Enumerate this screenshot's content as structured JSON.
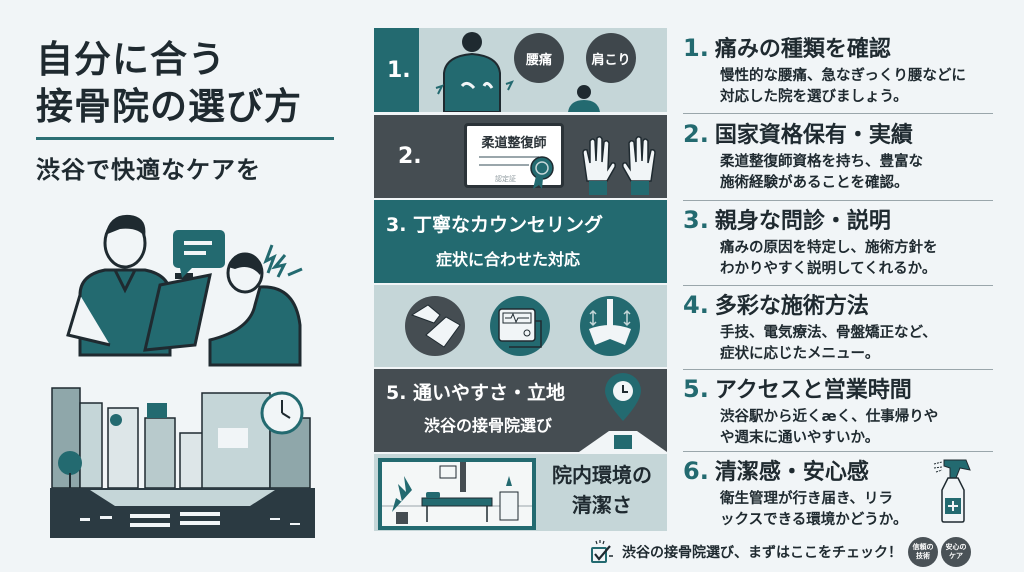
{
  "header": {
    "title_line1": "自分に合う",
    "title_line2": "接骨院の選び方",
    "subtitle": "渋谷で快適なケアを"
  },
  "colors": {
    "teal": "#236a70",
    "dark_gray": "#454d52",
    "light_gray_teal": "#c5d6d8",
    "background": "#f1f5f7",
    "text": "#1f2a30"
  },
  "panels": [
    {
      "number": "1.",
      "bubbles": [
        "腰痛",
        "肩こり"
      ],
      "illustration": "back-pain-person"
    },
    {
      "number": "2.",
      "certificate_title": "柔道整復師",
      "certificate_small": "認定証",
      "illustration": "certificate-and-hands"
    },
    {
      "line1": "3.  丁寧なカウンセリング",
      "line2": "症状に合わせた対応"
    },
    {
      "icons": [
        "hands-therapy-icon",
        "electric-therapy-device-icon",
        "pelvis-spine-icon"
      ]
    },
    {
      "line1": "5. 通いやすさ・立地",
      "line2": "渋谷の接骨院選び",
      "icon": "location-clock-pin-icon"
    },
    {
      "text_line1": "院内環境の",
      "text_line2": "清潔さ",
      "illustration": "treatment-room"
    }
  ],
  "items": [
    {
      "num": "1.",
      "title": "痛みの種類を確認",
      "desc1": "慢性的な腰痛、急なぎっくり腰などに",
      "desc2": "対応した院を選びましょう。"
    },
    {
      "num": "2.",
      "title": "国家資格保有・実績",
      "desc1": "柔道整復師資格を持ち、豊富な",
      "desc2": "施術経験があることを確認。"
    },
    {
      "num": "3.",
      "title": "親身な問診・説明",
      "desc1": "痛みの原因を特定し、施術方針を",
      "desc2": "わかりやすく説明してくれるか。"
    },
    {
      "num": "4.",
      "title": "多彩な施術方法",
      "desc1": "手技、電気療法、骨盤矯正など、",
      "desc2": "症状に応じたメニュー。"
    },
    {
      "num": "5.",
      "title": "アクセスと営業時間",
      "desc1": "渋谷駅から近くæく、仕事帰りや",
      "desc2": "や週末に通いやすいか。"
    },
    {
      "num": "6.",
      "title": "清潔感・安心感",
      "desc1": "衛生管理が行き届き、リラ",
      "desc2": "ックスできる環境かどうか。"
    }
  ],
  "footer": {
    "text": "渋谷の接骨院選び、まずはここをチェック！",
    "badges": [
      "信頼の\n技術",
      "安心の\nケア"
    ]
  }
}
